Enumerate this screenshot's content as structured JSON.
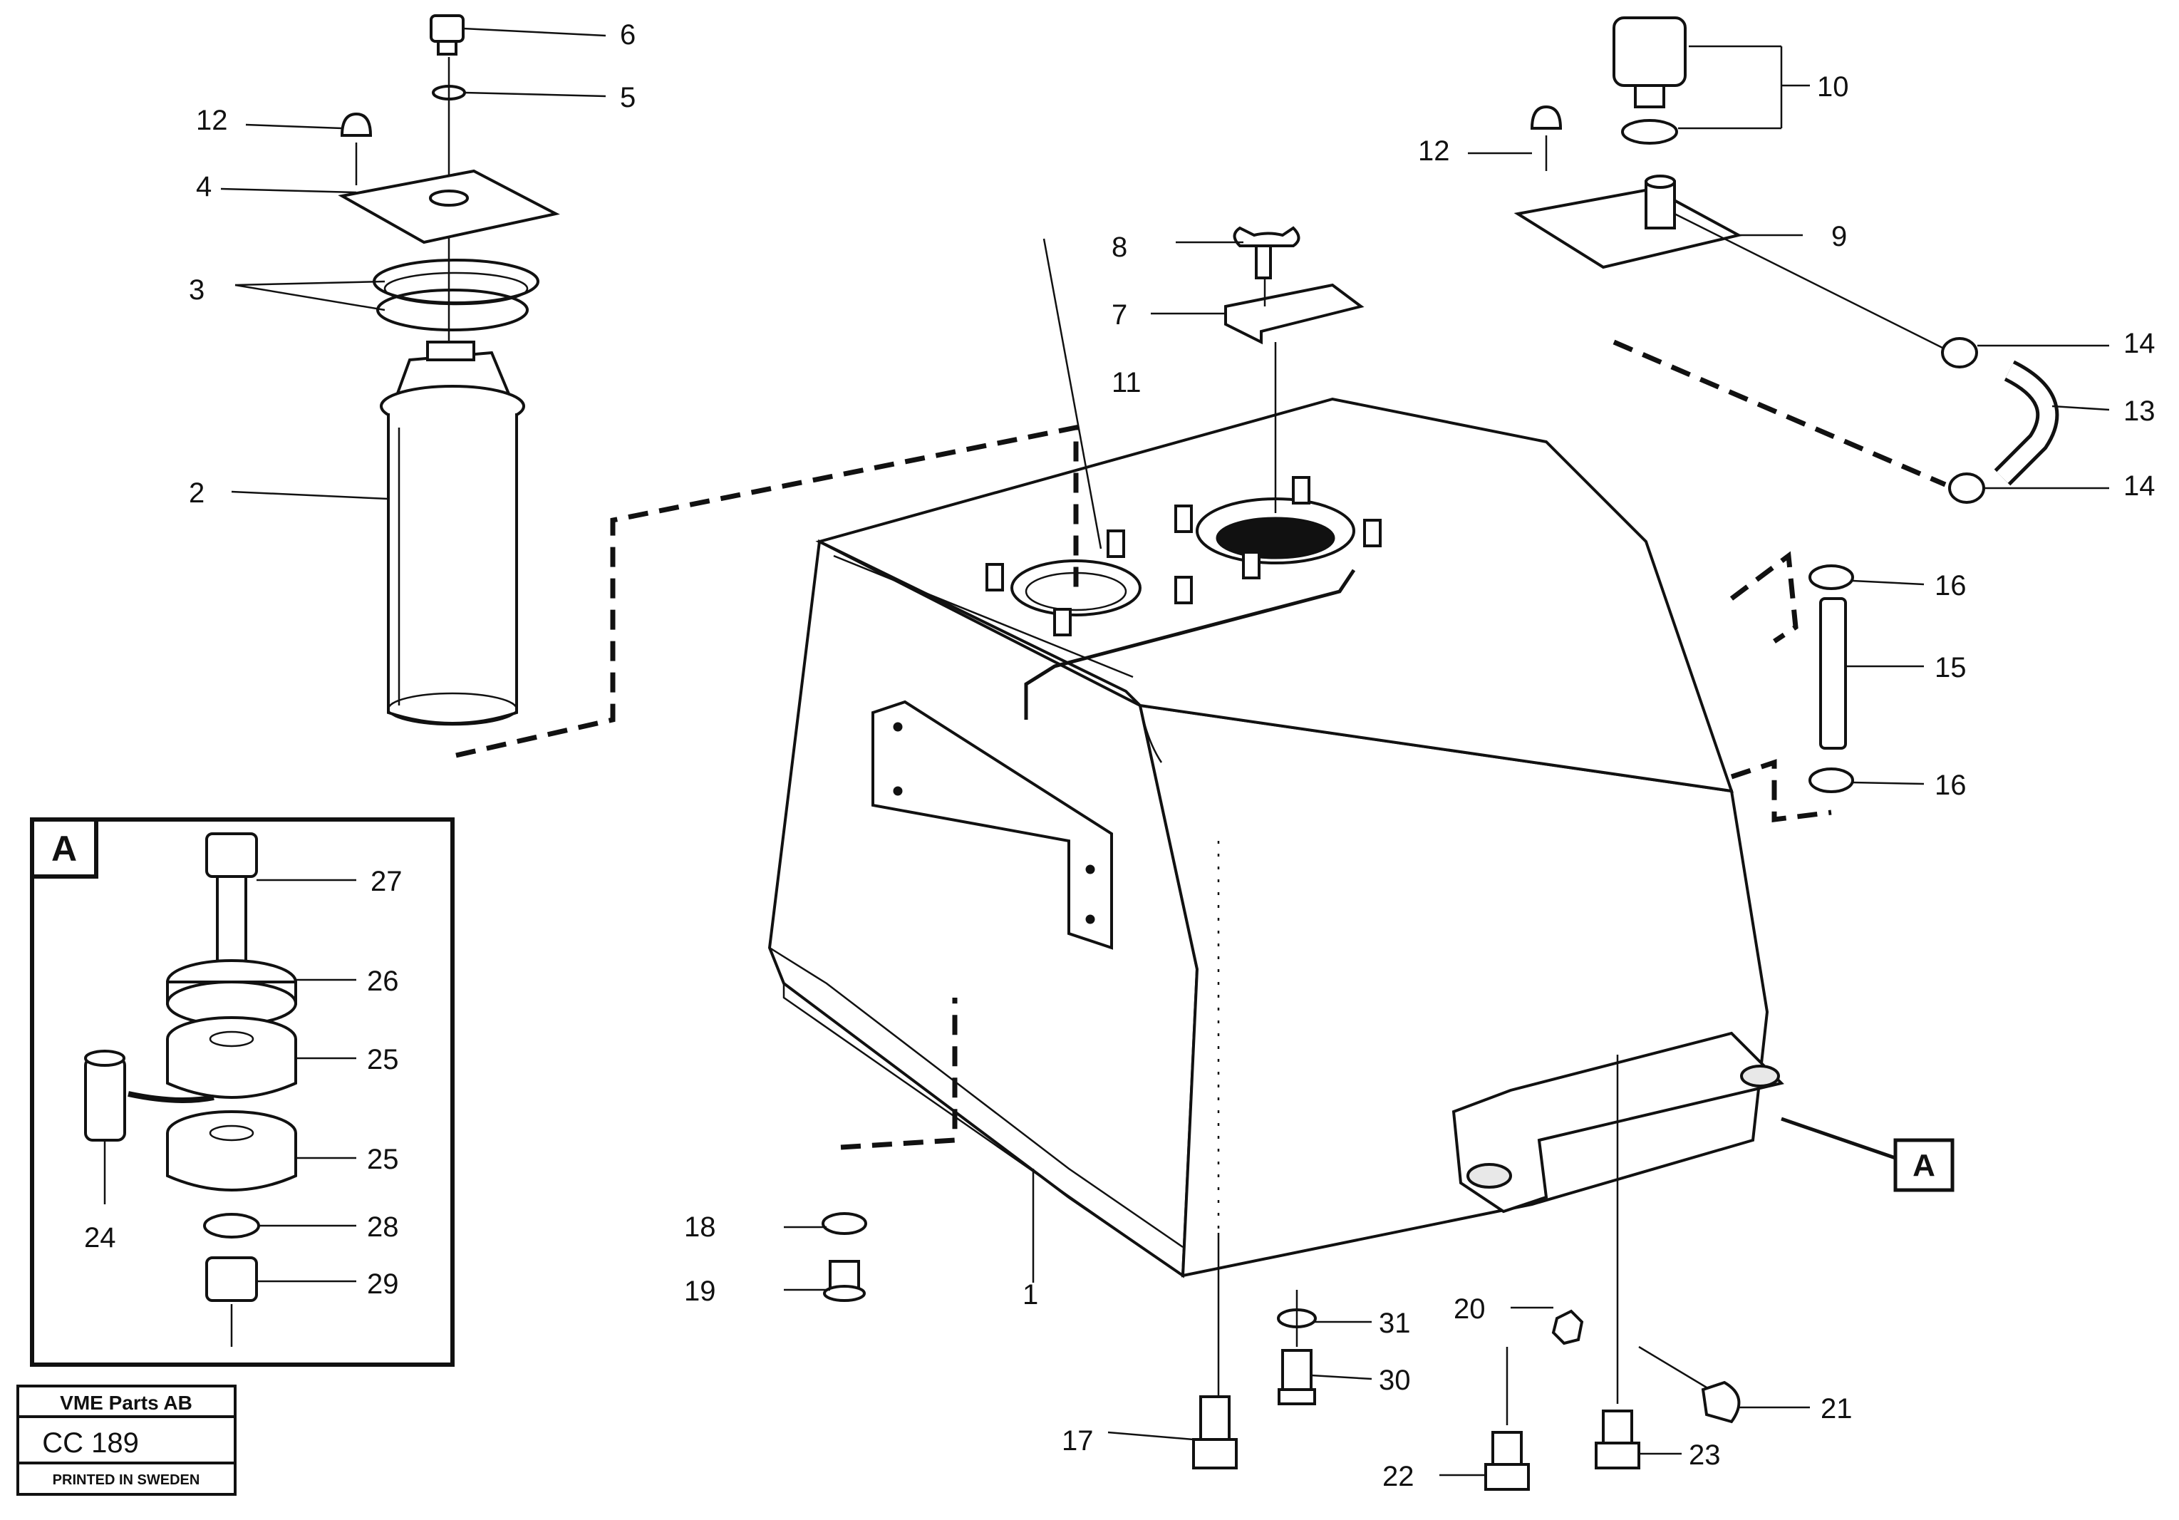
{
  "callouts": {
    "c1": "1",
    "c2": "2",
    "c3": "3",
    "c4": "4",
    "c5": "5",
    "c6": "6",
    "c7": "7",
    "c8": "8",
    "c9": "9",
    "c10": "10",
    "c11": "11",
    "c12a": "12",
    "c12b": "12",
    "c13": "13",
    "c14a": "14",
    "c14b": "14",
    "c15": "15",
    "c16a": "16",
    "c16b": "16",
    "c17": "17",
    "c18": "18",
    "c19": "19",
    "c20": "20",
    "c21": "21",
    "c22": "22",
    "c23": "23",
    "c24": "24",
    "c25a": "25",
    "c25b": "25",
    "c26": "26",
    "c27": "27",
    "c28": "28",
    "c29": "29",
    "c30": "30",
    "c31": "31"
  },
  "detail_view": {
    "label": "A",
    "ref_label": "A"
  },
  "title_block": {
    "company": "VME Parts AB",
    "code": "CC 189",
    "printed": "PRINTED IN SWEDEN"
  }
}
